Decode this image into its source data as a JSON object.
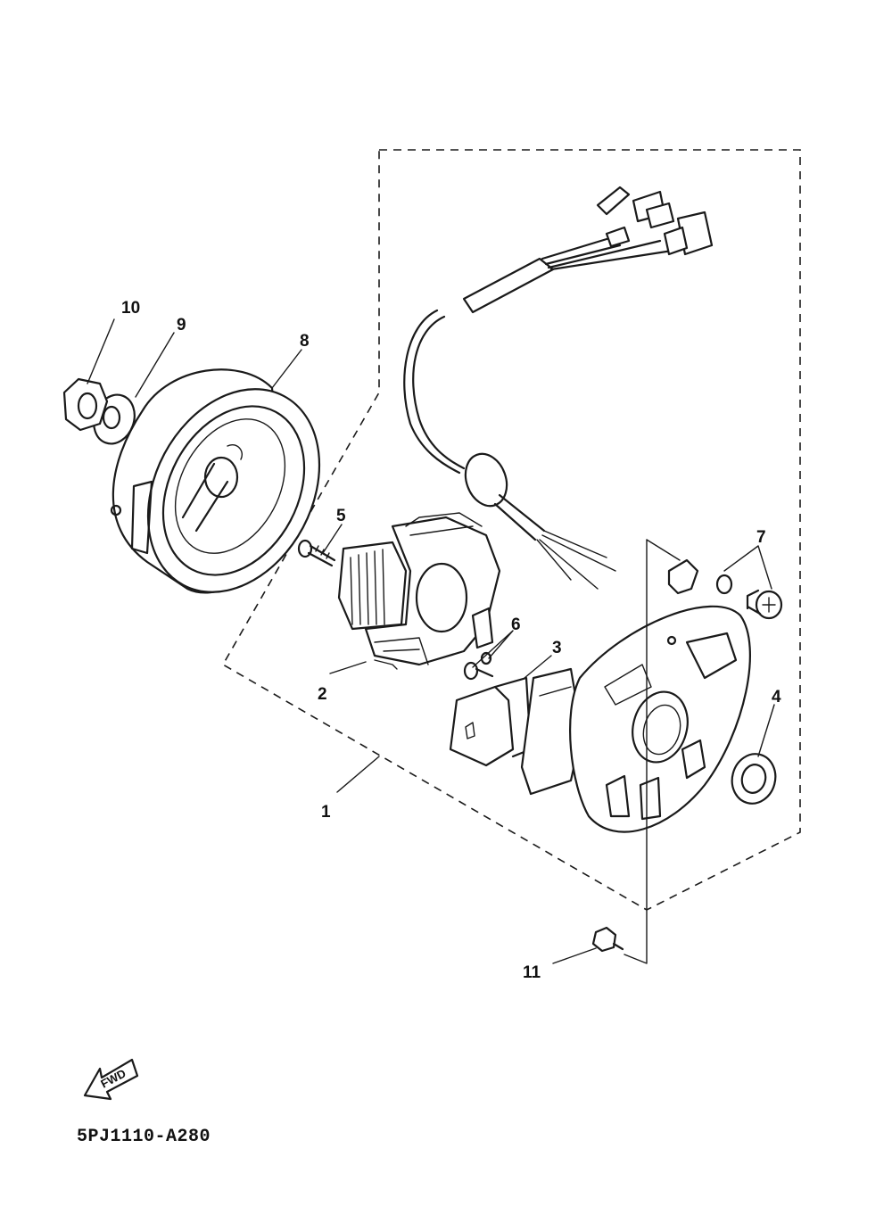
{
  "callouts": {
    "c1": "1",
    "c2": "2",
    "c3": "3",
    "c4": "4",
    "c5": "5",
    "c6": "6",
    "c7": "7",
    "c8": "8",
    "c9": "9",
    "c10": "10",
    "c11": "11"
  },
  "fwd_label": "FWD",
  "diagram_code": "5PJ1110-A280"
}
